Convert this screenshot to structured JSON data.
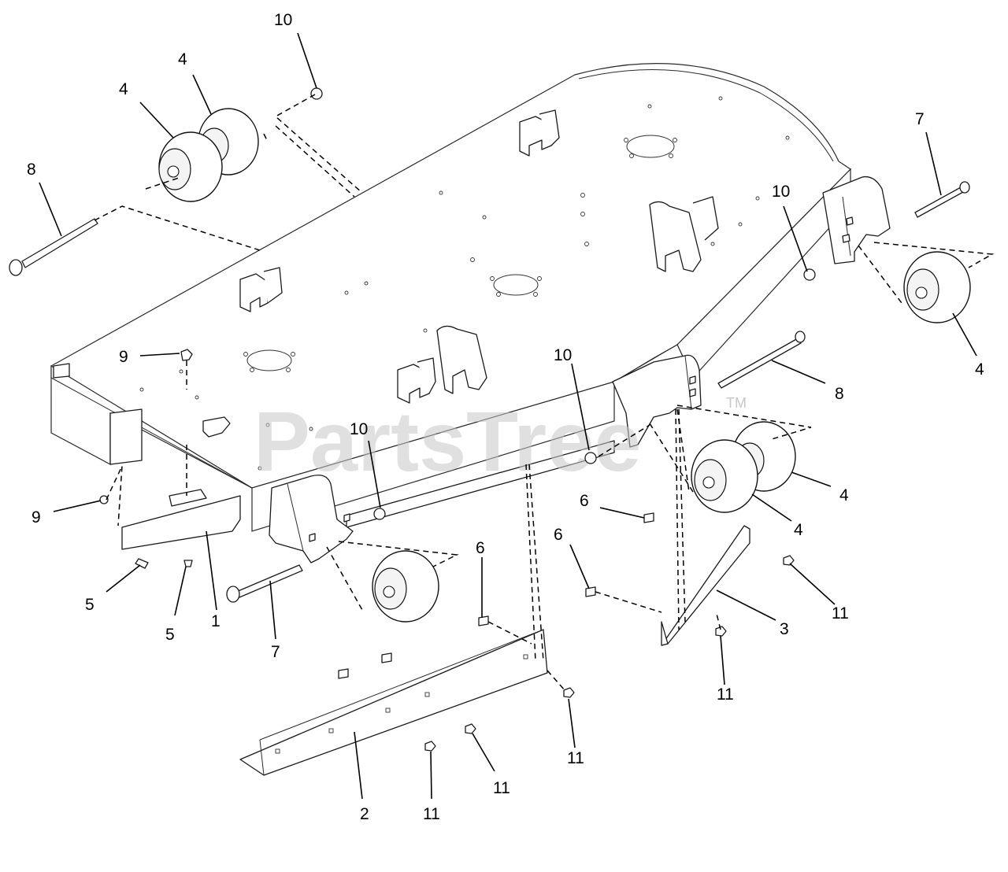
{
  "watermark": {
    "text": "PartsTree",
    "tm": "TM"
  },
  "callouts": {
    "c1": "1",
    "c2": "2",
    "c3": "3",
    "c4a": "4",
    "c4b": "4",
    "c4c": "4",
    "c4d": "4",
    "c4e": "4",
    "c5a": "5",
    "c5b": "5",
    "c6a": "6",
    "c6b": "6",
    "c6c": "6",
    "c7a": "7",
    "c7b": "7",
    "c8a": "8",
    "c8b": "8",
    "c9a": "9",
    "c9b": "9",
    "c10a": "10",
    "c10b": "10",
    "c10c": "10",
    "c10d": "10",
    "c11a": "11",
    "c11b": "11",
    "c11c": "11",
    "c11d": "11",
    "c11e": "11"
  }
}
